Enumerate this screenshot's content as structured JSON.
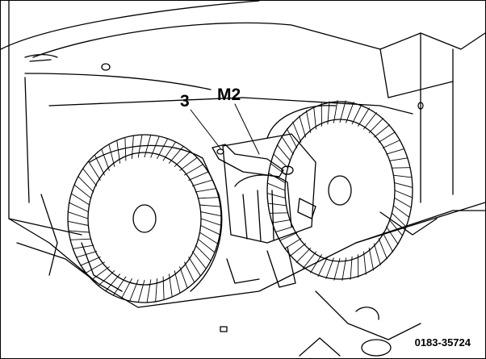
{
  "labels": {
    "part_3": "3",
    "part_m2": "M2"
  },
  "figure_number": "0183-35724",
  "colors": {
    "ink": "#000000",
    "paper": "#ffffff"
  }
}
